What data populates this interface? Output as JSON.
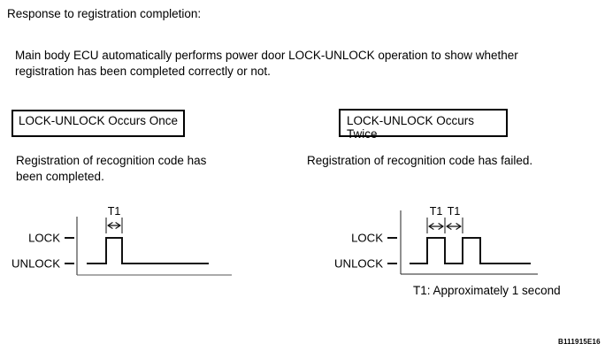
{
  "document": {
    "title": "Response to registration completion:",
    "description": "Main body ECU automatically performs power door LOCK-UNLOCK operation to show whether registration has been completed correctly or not.",
    "footnote": "T1: Approximately 1 second",
    "figure_code": "B111915E16"
  },
  "panels": {
    "left": {
      "header": "LOCK-UNLOCK Occurs Once",
      "caption": "Registration of recognition code has been completed.",
      "waveform": {
        "type": "timing-pulse",
        "high_label": "LOCK",
        "low_label": "UNLOCK",
        "pulse_count": 1,
        "intervals": [
          "T1"
        ]
      }
    },
    "right": {
      "header": "LOCK-UNLOCK Occurs Twice",
      "caption": "Registration of recognition code has failed.",
      "waveform": {
        "type": "timing-pulse",
        "high_label": "LOCK",
        "low_label": "UNLOCK",
        "pulse_count": 2,
        "intervals": [
          "T1",
          "T1"
        ]
      }
    }
  },
  "colors": {
    "ink": "#000000",
    "background": "#ffffff"
  }
}
